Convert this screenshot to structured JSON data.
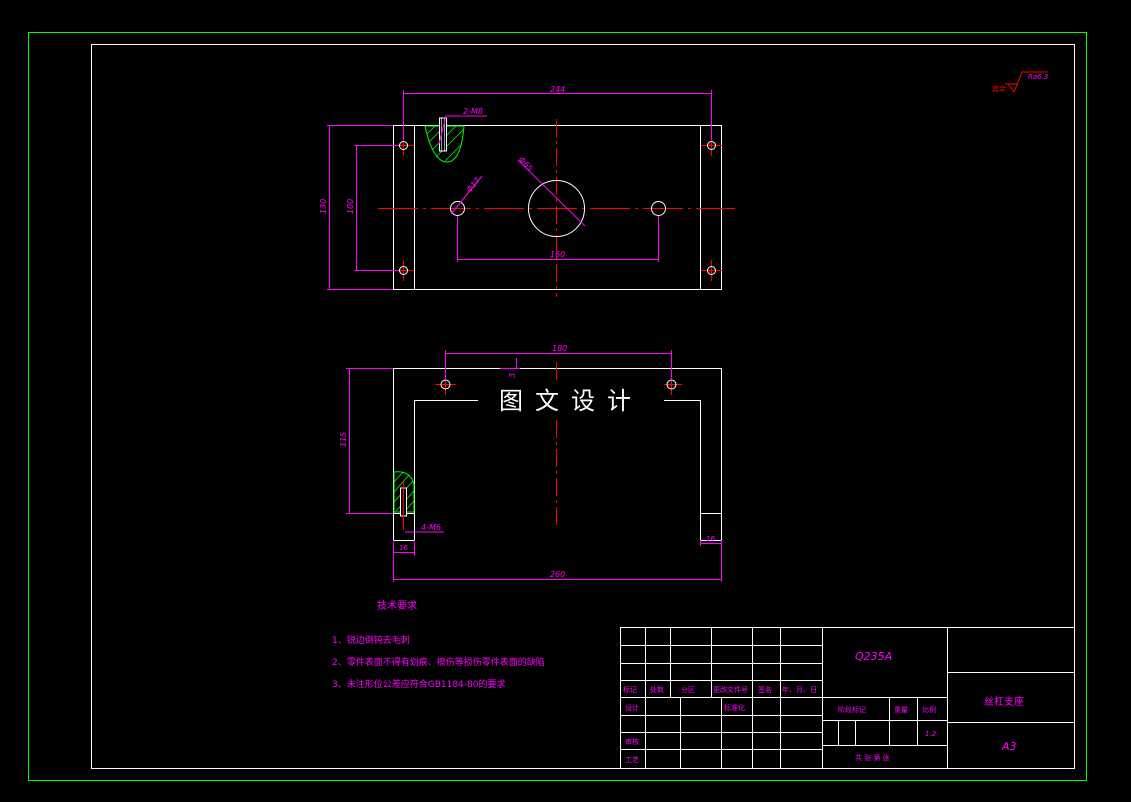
{
  "colors": {
    "background": "#000000",
    "outer_frame": "#00ff00",
    "inner_frame": "#ffffff",
    "outline": "#ffffff",
    "dimension": "#ff00ff",
    "centerline": "#ff0000",
    "hatch": "#00ff00",
    "tech_text": "#ff00ff",
    "title_block_lines": "#ffffff",
    "title_block_text": "#ff00ff"
  },
  "watermark": "图文设计",
  "roughness": {
    "symbol_label": "其余",
    "value": "Ra6.3"
  },
  "top_view": {
    "dim_width": "244",
    "dim_height_outer": "130",
    "dim_height_inner": "100",
    "dim_hole_spacing": "160",
    "thread_callout": "2-M8",
    "small_hole_dia": "Φ17",
    "center_hole_dia": "Φ65"
  },
  "front_view": {
    "dim_hole_spacing": "180",
    "dim_offset": "3",
    "dim_height": "115",
    "dim_total_width": "260",
    "dim_wall_left": "16",
    "dim_wall_right": "16",
    "thread_callout": "4-M6"
  },
  "tech_requirements": {
    "title": "技术要求",
    "items": [
      "1、锐边倒钝去毛刺",
      "2、零件表面不得有划痕、擦伤等损伤零件表面的缺陷",
      "3、未注形位公差应符合GB1184-80的要求"
    ]
  },
  "title_block": {
    "material": "Q235A",
    "part_name": "丝杠支座",
    "sheet_size": "A3",
    "scale": "1:2",
    "header_row": [
      "标记",
      "处数",
      "分区",
      "更改文件号",
      "签名",
      "年、月、日"
    ],
    "labels": {
      "designer": "设计",
      "standardization": "标准化",
      "stage_mark": "阶段标记",
      "weight": "重量",
      "scale_label": "比例",
      "reviewer": "审核",
      "process": "工艺",
      "sheets": "共  张  第  张"
    }
  }
}
